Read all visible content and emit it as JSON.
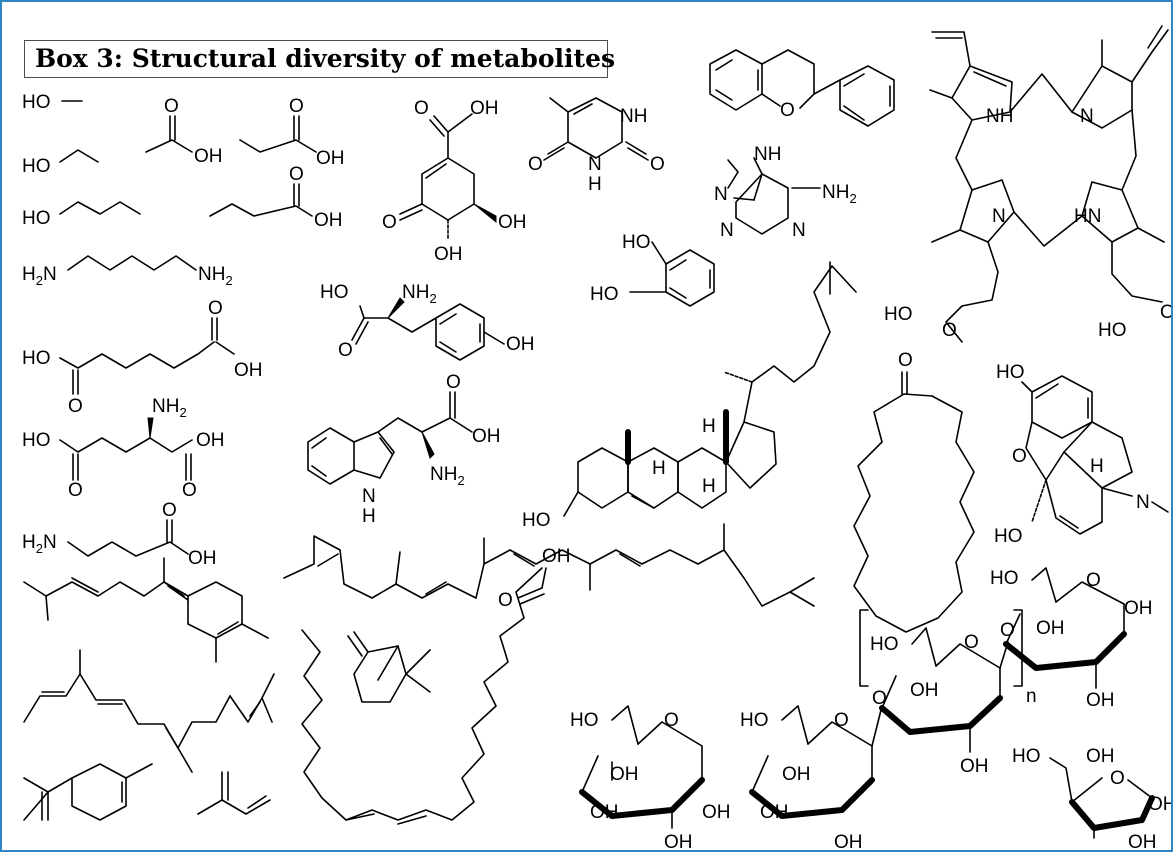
{
  "box": {
    "title": "Box 3: Structural diversity of metabolites",
    "border_color": "#2f86c3"
  },
  "atoms": {
    "HO": "HO",
    "OH": "OH",
    "O": "O",
    "N": "N",
    "NH": "NH",
    "HN": "HN",
    "H": "H",
    "NH2_main": "NH",
    "H2N_main": "H",
    "sub2": "2",
    "N_main": "N",
    "n": "n"
  },
  "labels": {
    "methanol_ho": "HO",
    "ethanol_ho": "HO",
    "butanol_ho": "HO",
    "cadaverine_left": "H",
    "cadaverine_left_sub": "2",
    "cadaverine_left_n": "N",
    "cadaverine_right": "NH",
    "cadaverine_right_sub": "2",
    "acetic_o": "O",
    "acetic_oh": "OH",
    "propanoic_o": "O",
    "propanoic_oh": "OH",
    "butanoic_o": "O",
    "butanoic_oh": "OH",
    "adipic_ho": "HO",
    "adipic_o1": "O",
    "adipic_o2": "O",
    "adipic_oh": "OH",
    "glu_nh": "NH",
    "glu_nh_sub": "2",
    "glu_ho": "HO",
    "glu_oh": "OH",
    "glu_o1": "O",
    "glu_o2": "O",
    "gaba_h": "H",
    "gaba_sub": "2",
    "gaba_n": "N",
    "gaba_o": "O",
    "gaba_oh": "OH",
    "shik_o": "O",
    "shik_oh_top": "OH",
    "shik_o_ketone": "O",
    "shik_oh_right": "OH",
    "shik_oh_bottom": "OH",
    "thy_nh_top": "NH",
    "thy_o_right": "O",
    "thy_o_left": "O",
    "thy_n": "N",
    "thy_h": "H",
    "flav_o": "O",
    "ade_nh": "NH",
    "ade_nh2": "NH",
    "ade_nh2_sub": "2",
    "ade_n1": "N",
    "ade_n2": "N",
    "ade_n3": "N",
    "cat_ho1": "HO",
    "cat_ho2": "HO",
    "tyr_ho": "HO",
    "tyr_nh": "NH",
    "tyr_nh_sub": "2",
    "tyr_o": "O",
    "tyr_oh": "OH",
    "trp_o": "O",
    "trp_oh": "OH",
    "trp_nh": "NH",
    "trp_nh_sub": "2",
    "trp_n": "N",
    "trp_h": "H",
    "por_nh1": "NH",
    "por_n1": "N",
    "por_n2": "N",
    "por_hn": "HN",
    "por_ho1": "HO",
    "por_o1": "O",
    "por_ho2": "HO",
    "por_o2": "O",
    "chol_ho": "HO",
    "chol_h1": "H",
    "chol_h2": "H",
    "chol_h3": "H",
    "musk_o": "O",
    "mor_ho_top": "HO",
    "mor_o": "O",
    "mor_h": "H",
    "mor_n": "N",
    "mor_ho_bottom": "HO",
    "lin_o": "O",
    "lin_oh": "OH",
    "glc1_ho": "HO",
    "glc1_o": "O",
    "glc1_oh1": "OH",
    "glc1_oh2": "OH",
    "glc1_oh3": "OH",
    "glc1_oh4": "OH",
    "glc2_ho": "HO",
    "glc2_o": "O",
    "glc2_oh1": "OH",
    "glc2_oh2": "OH",
    "glc2_oh3": "OH",
    "glc2_link": "O",
    "glc3_ho": "HO",
    "glc3_o": "O",
    "glc3_oh1": "OH",
    "glc3_oh2": "OH",
    "glc3_link": "O",
    "glc3_n": "n",
    "glc4_ho": "HO",
    "glc4_o": "O",
    "glc4_oh1": "OH",
    "glc4_oh2": "OH",
    "glc4_oh3": "OH",
    "fur_ho": "HO",
    "fur_oh1": "OH",
    "fur_o": "O",
    "fur_oh2": "OH",
    "fur_oh3": "OH"
  }
}
